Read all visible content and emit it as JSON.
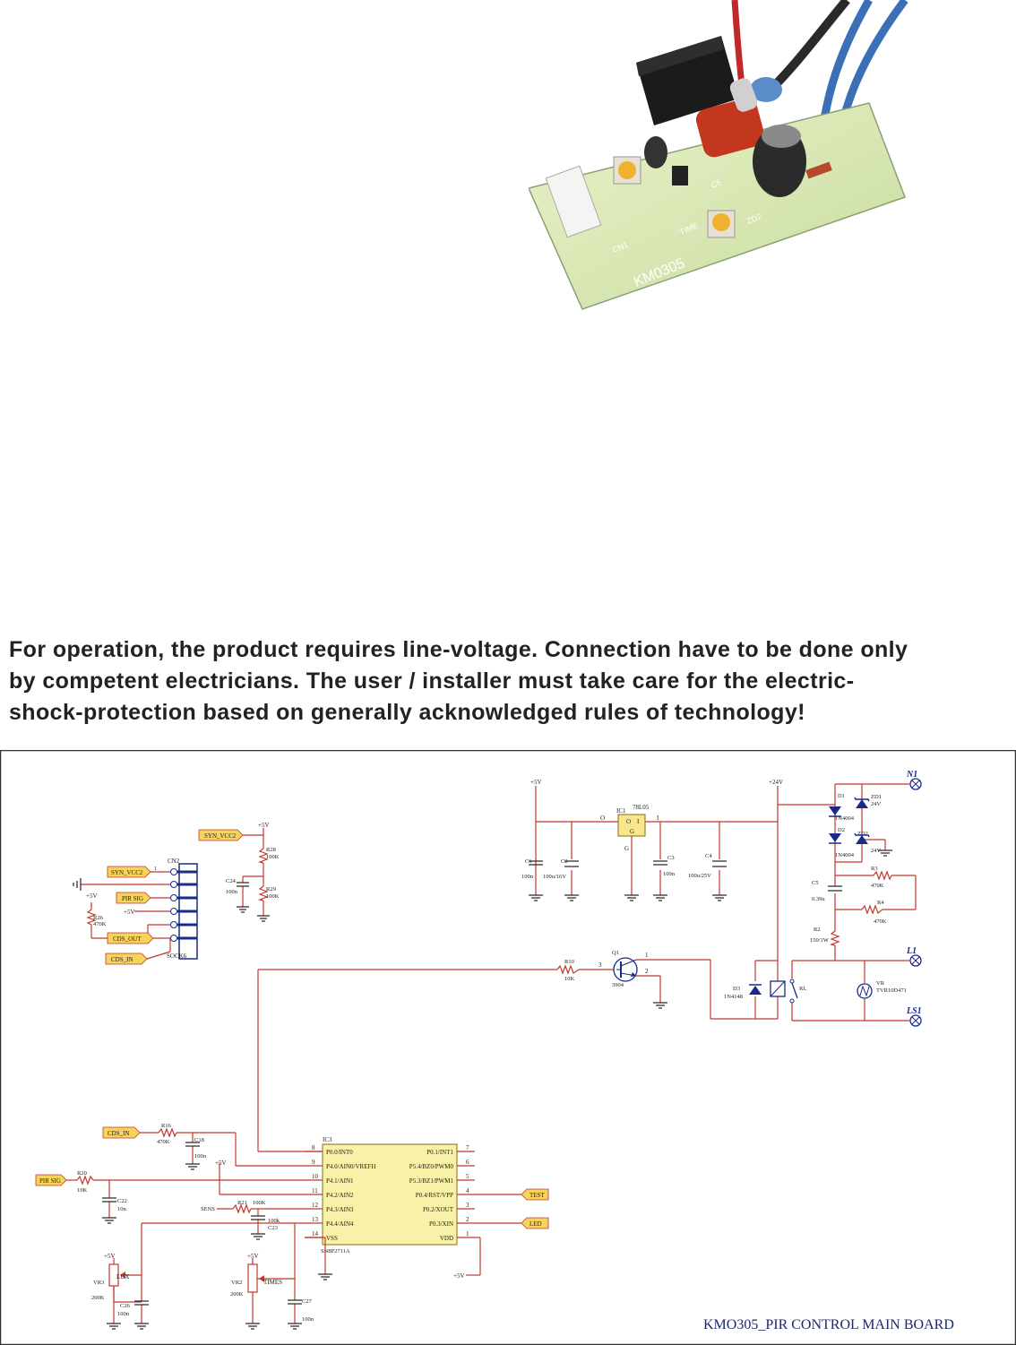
{
  "photo": {
    "board_marks": [
      "KM0305",
      "TIME",
      "CN1",
      "ZD2",
      "C5"
    ]
  },
  "warning": {
    "line1": "For operation, the product requires line-voltage. Connection have to be done only",
    "line2": "by competent electricians. The user / installer must take care for the electric-",
    "line3": "shock-protection based on generally acknowledged rules of technology!"
  },
  "schematic": {
    "title": "KMO305_PIR CONTROL MAIN BOARD",
    "nets": {
      "syn_vcc2": "SYN_VCC2",
      "pir_sig": "PIR SIG",
      "cds_out": "CDS_OUT",
      "cds_in": "CDS_IN",
      "test": "TEST",
      "led": "LED"
    },
    "rails": {
      "p5v": "+5V",
      "p24v": "+24V"
    },
    "terminals": {
      "n1": "N1",
      "l1": "L1",
      "ls1": "LS1"
    },
    "connector": {
      "ref": "CN2",
      "pin1": "1",
      "type": "SOCK6"
    },
    "parts": {
      "r26": "R26",
      "r26v": "470K",
      "r28": "R28",
      "r28v": "100K",
      "r29": "R29",
      "r29v": "100K",
      "c24": "C24",
      "c24v": "100n",
      "c1": "C1",
      "c1v": "100n",
      "c2": "C2",
      "c2v": "100u/16V",
      "ic1": "IC1",
      "ic1v": "78L05",
      "ic1o": "O",
      "ic1i": "I",
      "ic1g": "G",
      "c3": "C3",
      "c3v": "100n",
      "c4": "C4",
      "c4v": "100u/25V",
      "d1": "D1",
      "d1v": "1N4004",
      "d2": "D2",
      "d2v": "1N4004",
      "zd1": "ZD1",
      "zd1v": "24V",
      "zd2": "ZD2",
      "zd2v": "24V",
      "c5": "C5",
      "c5v": "0.39u",
      "r3": "R3",
      "r3v": "470K",
      "r4": "R4",
      "r4v": "470K",
      "r2": "R2",
      "r2v": "150/1W",
      "r10": "R10",
      "r10v": "10K",
      "q1": "Q1",
      "q1v": "3904",
      "d3": "D3",
      "d3v": "1N4148",
      "rl": "RL",
      "vr": "VR",
      "vrv": "TVR10D471",
      "r16": "R16",
      "r16v": "470K",
      "c18": "C18",
      "c18v": "100n",
      "r20": "R20",
      "r20v": "10K",
      "c22": "C22",
      "c22v": "10n",
      "r21": "R21",
      "r21v": "100K",
      "c23": "C23",
      "c23v": "100k",
      "sens": "SENS",
      "vr3": "VR3",
      "vr3v": "200K",
      "lux": "LUX",
      "c26": "C26",
      "c26v": "100n",
      "vr2": "VR2",
      "vr2v": "200K",
      "times": "TIMES",
      "c27": "C27",
      "c27v": "100n"
    },
    "ic3": {
      "ref": "IC3",
      "part": "SN8P2711A",
      "left_pins": [
        {
          "num": "8",
          "name": "P0.0/INT0"
        },
        {
          "num": "9",
          "name": "P4.0/AIN0/VREFH"
        },
        {
          "num": "10",
          "name": "P4.1/AIN1"
        },
        {
          "num": "11",
          "name": "P4.2/AIN2"
        },
        {
          "num": "12",
          "name": "P4.3/AIN3"
        },
        {
          "num": "13",
          "name": "P4.4/AIN4"
        },
        {
          "num": "14",
          "name": "VSS"
        }
      ],
      "right_pins": [
        {
          "num": "7",
          "name": "P0.1/INT1"
        },
        {
          "num": "6",
          "name": "P5.4/BZ0/PWM0"
        },
        {
          "num": "5",
          "name": "P5.3/BZ1/PWM1"
        },
        {
          "num": "4",
          "name": "P0.4/RST/VPP"
        },
        {
          "num": "3",
          "name": "P0.2/XOUT"
        },
        {
          "num": "2",
          "name": "P0.3/XIN"
        },
        {
          "num": "1",
          "name": "VDD"
        }
      ]
    },
    "q1_pins": {
      "b": "3",
      "c": "1",
      "e": "2"
    }
  }
}
